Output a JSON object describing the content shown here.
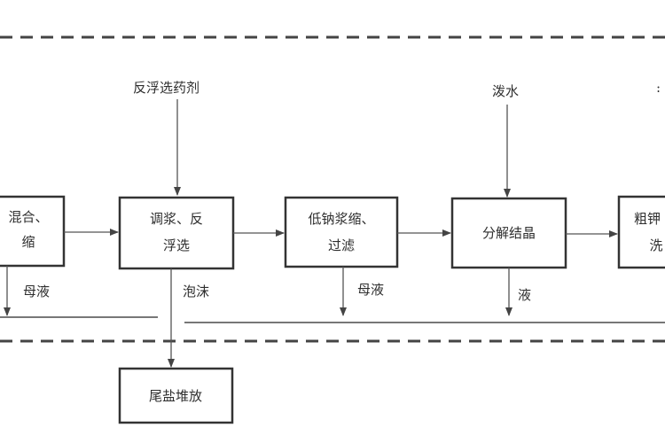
{
  "diagram": {
    "inputs": {
      "reverse_flotation_reagent": "反浮选药剂",
      "water": "泼水"
    },
    "boxes": {
      "mixing": {
        "line1": "混合、",
        "line2": "缩"
      },
      "slurry_flotation": {
        "line1": "调浆、反",
        "line2": "浮选"
      },
      "potassium_filter": {
        "line1": "低钠浆缩、",
        "line2": "过滤"
      },
      "decomposition": {
        "line1": "分解结晶"
      },
      "product": {
        "line1": "粗钾",
        "line2": "洗"
      },
      "tailings": {
        "line1": "尾盐堆放"
      }
    },
    "outputs": {
      "mother_liquor_1": "母液",
      "foam": "泡沫",
      "mother_liquor_2": "母液",
      "liquid": "液"
    }
  }
}
